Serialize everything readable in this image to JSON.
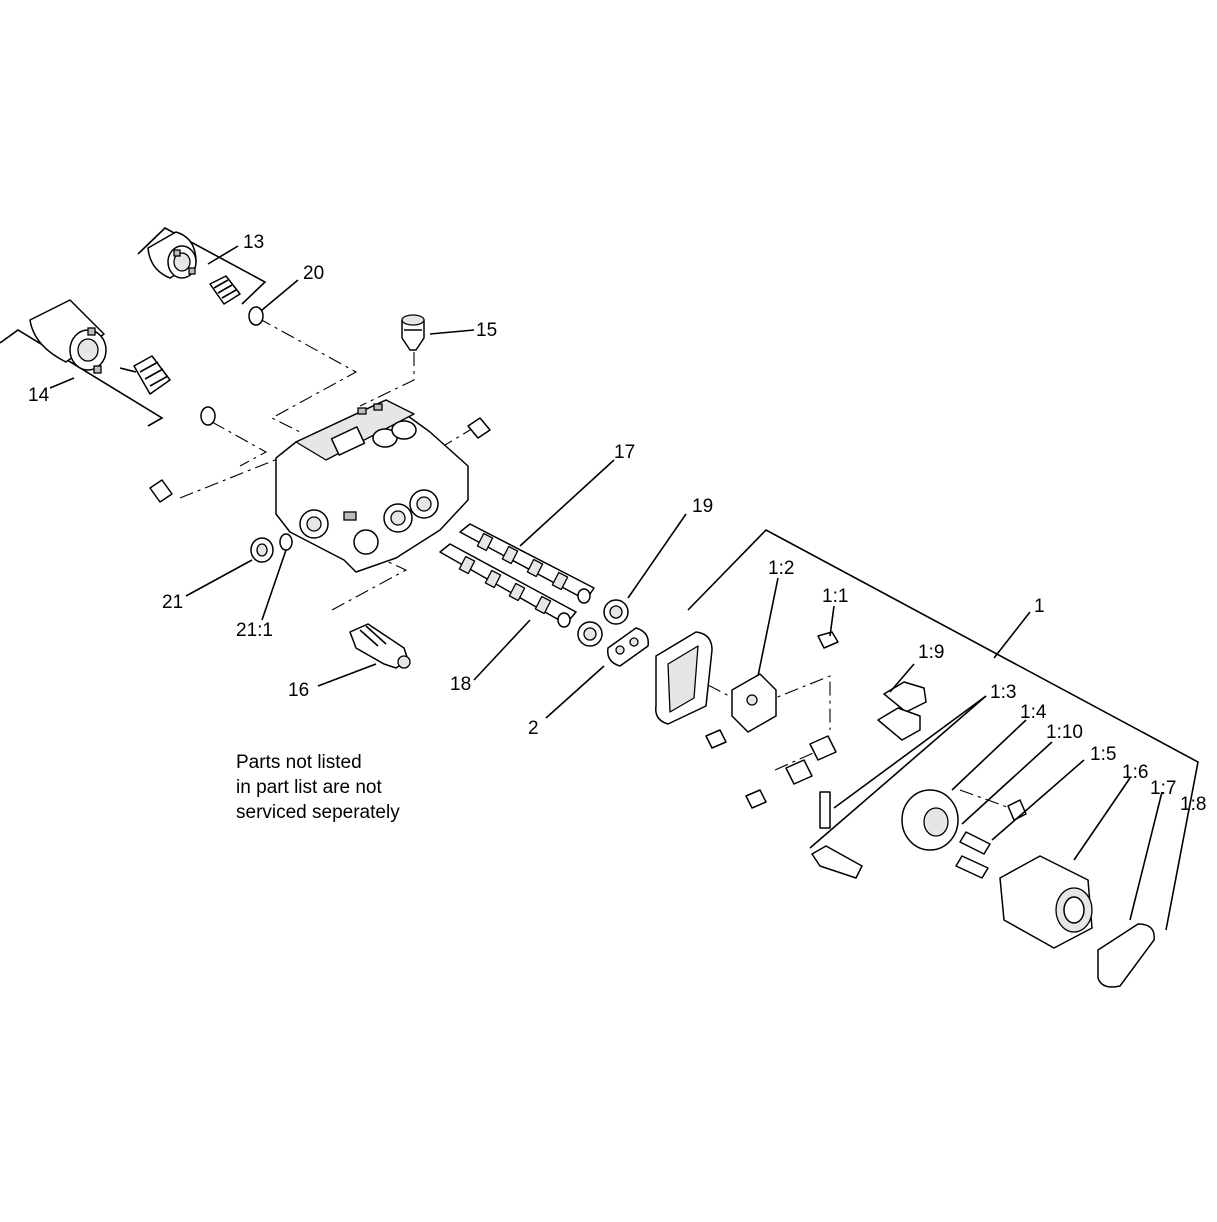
{
  "diagram": {
    "callouts": {
      "c13": "13",
      "c20": "20",
      "c15": "15",
      "c14": "14",
      "c17": "17",
      "c19": "19",
      "c21": "21",
      "c21_1": "21:1",
      "c16": "16",
      "c18": "18",
      "c2": "2",
      "c1_2": "1:2",
      "c1_1": "1:1",
      "c1": "1",
      "c1_9": "1:9",
      "c1_3": "1:3",
      "c1_4": "1:4",
      "c1_10": "1:10",
      "c1_5": "1:5",
      "c1_6": "1:6",
      "c1_7": "1:7",
      "c1_8": "1:8"
    },
    "note": {
      "line1": "Parts not listed",
      "line2": "in part list are not",
      "line3": "serviced seperately"
    }
  }
}
